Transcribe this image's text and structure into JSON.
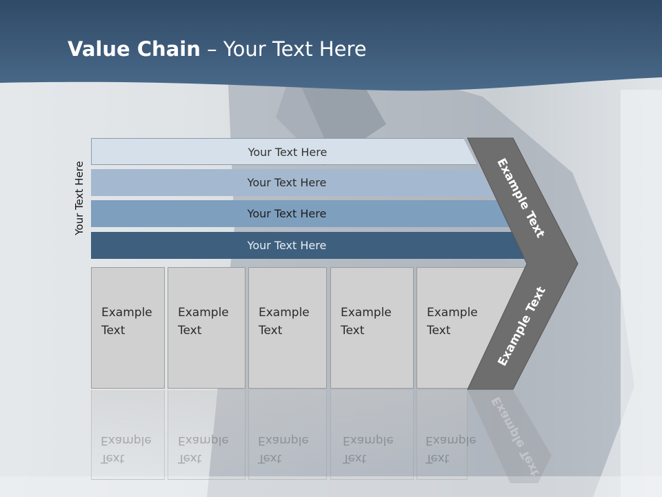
{
  "title": {
    "bold": "Value Chain",
    "rest": " – Your Text Here"
  },
  "side_label": "Your Text Here",
  "bands": [
    {
      "label": "Your Text Here"
    },
    {
      "label": "Your Text Here"
    },
    {
      "label": "Your Text Here"
    },
    {
      "label": "Your Text Here"
    }
  ],
  "activities": [
    {
      "line1": "Example",
      "line2": "Text"
    },
    {
      "line1": "Example",
      "line2": "Text"
    },
    {
      "line1": "Example",
      "line2": "Text"
    },
    {
      "line1": "Example",
      "line2": "Text"
    },
    {
      "line1": "Example",
      "line2": "Text"
    }
  ],
  "chevron": {
    "upper": "Example Text",
    "lower": "Example Text"
  },
  "colors": {
    "header": "#3f5f7e",
    "chevron": "#6e6e6e"
  }
}
